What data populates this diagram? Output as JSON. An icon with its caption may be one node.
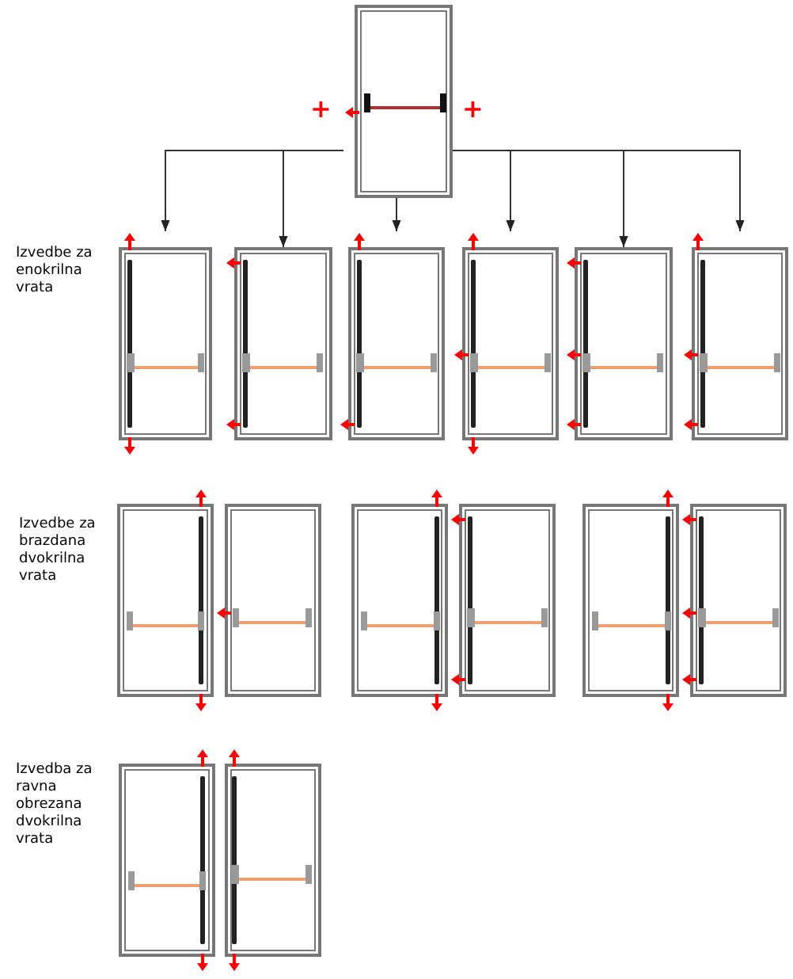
{
  "diagram": {
    "nodes": [
      {
        "text": [],
        "shape": "door"
      },
      {
        "text": [],
        "shape": "door"
      },
      {
        "text": [],
        "shape": "door"
      },
      {
        "text": [],
        "shape": "door"
      },
      {
        "text": [],
        "shape": "door"
      },
      {
        "text": [],
        "shape": "door"
      },
      {
        "text": [],
        "shape": "door"
      },
      {
        "text": [],
        "shape": "door"
      },
      {
        "text": [],
        "shape": "door"
      },
      {
        "text": [],
        "shape": "door"
      },
      {
        "text": [],
        "shape": "door"
      },
      {
        "text": [],
        "shape": "door"
      },
      {
        "text": [],
        "shape": "door"
      },
      {
        "text": [],
        "shape": "door"
      },
      {
        "text": [],
        "shape": "door"
      }
    ],
    "edges": [
      {
        "from": 0,
        "to": 1,
        "arrow": "to"
      },
      {
        "from": 0,
        "to": 2,
        "arrow": "to"
      },
      {
        "from": 0,
        "to": 3,
        "arrow": "to"
      },
      {
        "from": 0,
        "to": 4,
        "arrow": "to"
      },
      {
        "from": 0,
        "to": 5,
        "arrow": "to"
      },
      {
        "from": 0,
        "to": 6,
        "arrow": "to"
      }
    ],
    "labels": [
      "+",
      "+",
      "Izvedbe za enokrilna vrata",
      "Izvedbe za brazdana dvokrilna vrata",
      "Izvedba za ravna obrezana dvokrilna vrata"
    ]
  }
}
